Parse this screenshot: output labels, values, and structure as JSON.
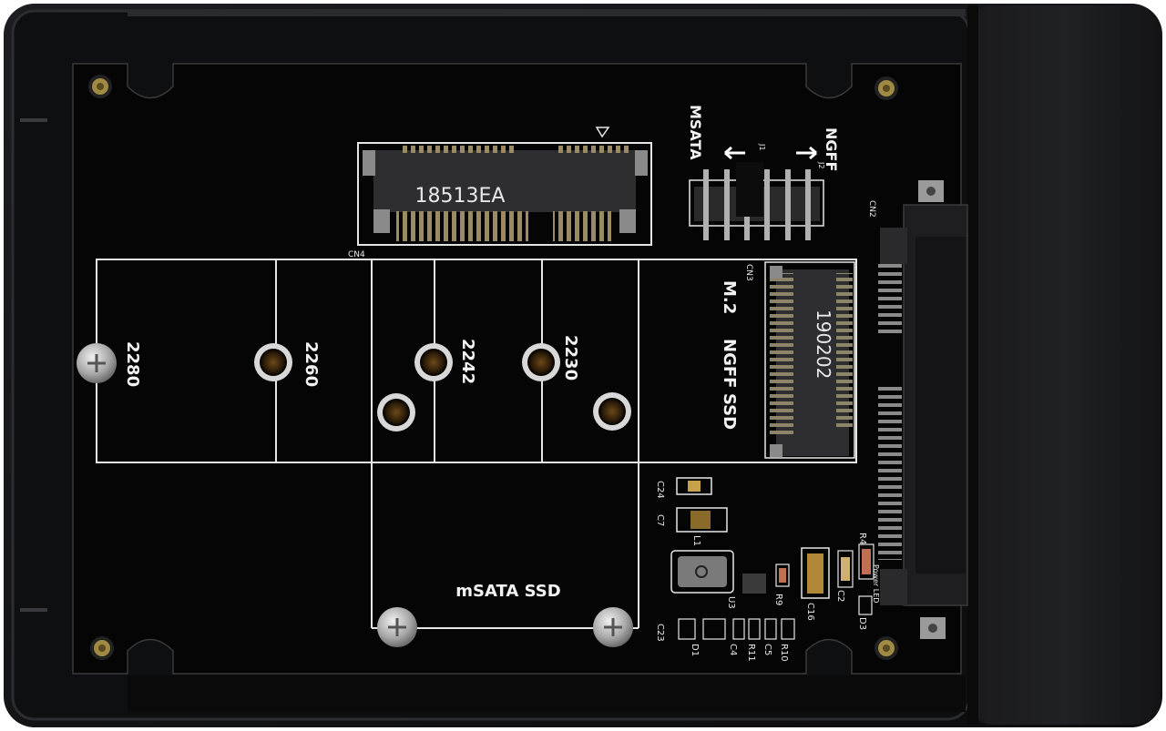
{
  "silkscreen": {
    "mode_msata": "MSATA",
    "mode_ngff": "NGFF",
    "j1": "J1",
    "j2": "J2",
    "cn4": "CN4",
    "cn3": "CN3",
    "cn2": "CN2",
    "msata_chip": "18513EA",
    "m2_chip": "190202",
    "size_2280": "2280",
    "size_2260": "2260",
    "size_2242": "2242",
    "size_2230": "2230",
    "m2_label_1": "M.2",
    "m2_label_2": "NGFF",
    "m2_label_3": "SSD",
    "msata_label": "mSATA SSD",
    "c24": "C24",
    "c7": "C7",
    "l1": "L1",
    "u3": "U3",
    "r9": "R9",
    "r4": "R4",
    "c16": "C16",
    "c2": "C2",
    "power_led": "Power LED",
    "d3": "D3",
    "c23": "C23",
    "d1": "D1",
    "c4": "C4",
    "r11": "R11",
    "c5": "C5",
    "r10": "R10"
  },
  "colors": {
    "background": "#ffffff",
    "case": "#111214",
    "case_edge": "#2a2b2e",
    "pcb": "#050505",
    "silkscreen": "#f2f2f2",
    "connector": "#2b2b2b",
    "gold_pin": "#b8a070",
    "screw": "#c8c8c8"
  }
}
